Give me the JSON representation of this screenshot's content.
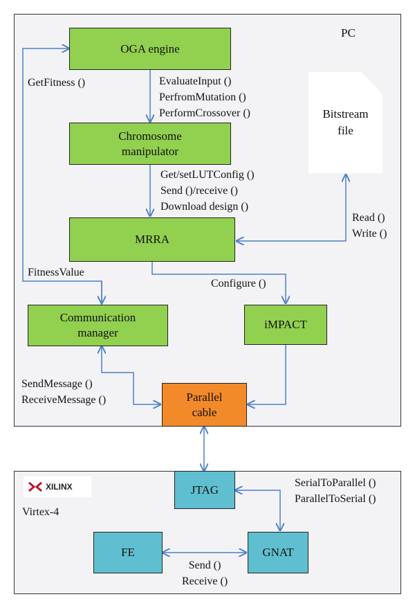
{
  "pc": {
    "label": "PC",
    "oga_engine": "OGA engine",
    "chromosome_manipulator": [
      "Chromosome",
      "manipulator"
    ],
    "mrra": "MRRA",
    "communication_manager": [
      "Communication",
      "manager"
    ],
    "impact": "iMPACT",
    "parallel_cable": [
      "Parallel",
      "cable"
    ],
    "bitstream_file": [
      "Bitstream",
      "file"
    ],
    "labels": {
      "get_fitness": "GetFitness ()",
      "oga_calls": [
        "EvaluateInput ()",
        "PerfromMutation ()",
        "PerformCrossover ()"
      ],
      "manip_calls": [
        "Get/setLUTConfig ()",
        "Send ()/receive ()",
        "Download design ()"
      ],
      "read_write": [
        "Read ()",
        "Write ()"
      ],
      "fitness_value": "FitnessValue",
      "configure": "Configure ()",
      "messages": [
        "SendMessage ()",
        "ReceiveMessage ()"
      ]
    }
  },
  "fpga": {
    "logo_text": "XILINX",
    "label": "Virtex-4",
    "jtag": "JTAG",
    "fe": "FE",
    "gnat": "GNAT",
    "labels": {
      "serial_calls": [
        "SerialToParallel ()",
        "ParallelToSerial ()"
      ],
      "send_receive": [
        "Send ()",
        "Receive ()"
      ]
    }
  },
  "colors": {
    "arrow": "#4a7fc9",
    "green_box": "#92d050",
    "orange_box": "#f28a2a",
    "cyan_box": "#5fbfd0"
  }
}
